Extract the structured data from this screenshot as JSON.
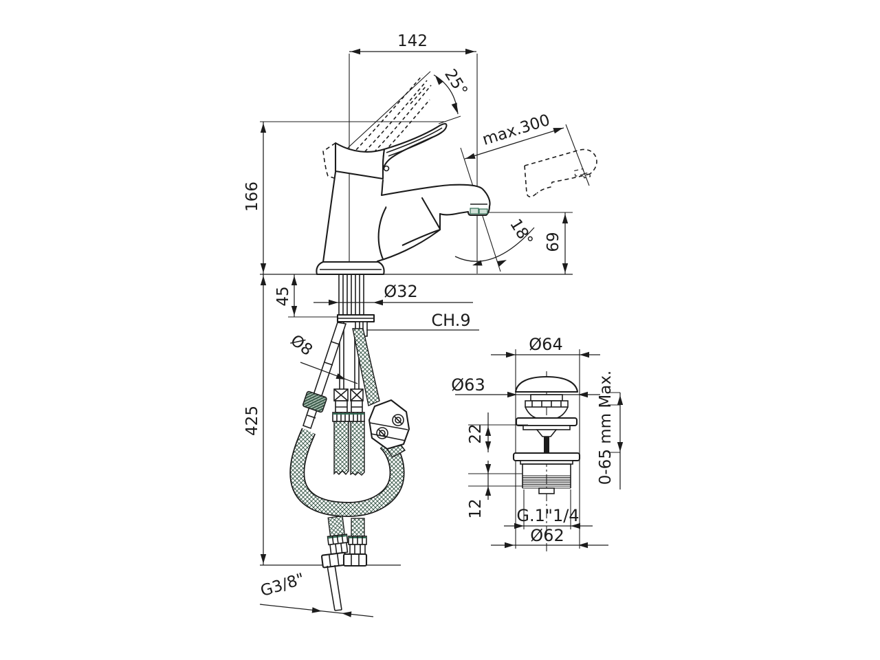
{
  "drawing": {
    "title": "basin mixer with pull-out spray - installation drawing",
    "colors": {
      "line": "#1c1c1c",
      "braid_green": "#2f4f40",
      "accent_green": "#2f6a52",
      "background": "#ffffff"
    },
    "dims": {
      "width_top": "142",
      "handle_angle": "25°",
      "spray_pullout": "max.300",
      "height_body": "166",
      "spout_height": "69",
      "spout_angle": "18°",
      "deck_depth": "45",
      "base_dia": "Ø32",
      "wrench": "CH.9",
      "pipe_dia": "Ø8",
      "hose_length": "425",
      "supply_thread": "G3/8\"",
      "waste_cap_dia": "Ø64",
      "waste_flange_dia": "Ø63",
      "mount_range": "0-65 mm Max.",
      "waste_h_upper": "22",
      "waste_h_thread": "12",
      "waste_thread": "G.1\"1/4",
      "waste_body_dia": "Ø62"
    }
  }
}
